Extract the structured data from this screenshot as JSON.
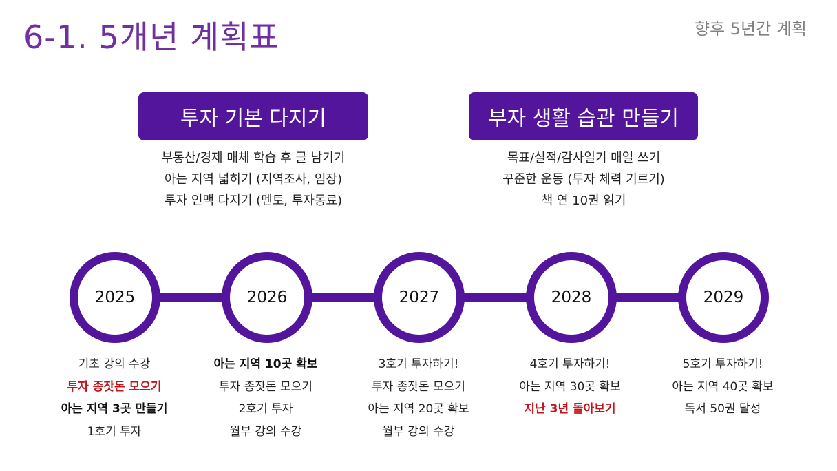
{
  "page": {
    "title": "6-1. 5개년 계획표",
    "subtitle": "향후 5년간 계획"
  },
  "sections": [
    {
      "header": "투자 기본 다지기",
      "items": [
        "부동산/경제 매체 학습 후 글 남기기",
        "아는 지역 넓히기 (지역조사, 임장)",
        "투자 인맥 다지기 (멘토, 투자동료)"
      ]
    },
    {
      "header": "부자 생활 습관 만들기",
      "items": [
        "목표/실적/감사일기 매일 쓰기",
        "꾸준한 운동 (투자 체력 기르기)",
        "책 연 10권 읽기"
      ]
    }
  ],
  "timeline": [
    {
      "year": "2025",
      "items": [
        {
          "text": "기초 강의 수강",
          "style": "normal"
        },
        {
          "text": "투자 종잣돈 모으기",
          "style": "red"
        },
        {
          "text": "아는 지역 3곳 만들기",
          "style": "bold"
        },
        {
          "text": "1호기 투자",
          "style": "normal"
        }
      ]
    },
    {
      "year": "2026",
      "items": [
        {
          "text": "아는 지역 10곳 확보",
          "style": "bold"
        },
        {
          "text": "투자 종잣돈 모으기",
          "style": "normal"
        },
        {
          "text": "2호기 투자",
          "style": "normal"
        },
        {
          "text": "월부 강의 수강",
          "style": "normal"
        }
      ]
    },
    {
      "year": "2027",
      "items": [
        {
          "text": "3호기 투자하기!",
          "style": "normal"
        },
        {
          "text": "투자 종잣돈 모으기",
          "style": "normal"
        },
        {
          "text": "아는 지역 20곳 확보",
          "style": "normal"
        },
        {
          "text": "월부 강의 수강",
          "style": "normal"
        }
      ]
    },
    {
      "year": "2028",
      "items": [
        {
          "text": "4호기 투자하기!",
          "style": "normal"
        },
        {
          "text": "아는 지역 30곳 확보",
          "style": "normal"
        },
        {
          "text": "지난 3년 돌아보기",
          "style": "red"
        }
      ]
    },
    {
      "year": "2029",
      "items": [
        {
          "text": "5호기 투자하기!",
          "style": "normal"
        },
        {
          "text": "아는 지역 40곳 확보",
          "style": "normal"
        },
        {
          "text": "독서 50권 달성",
          "style": "normal"
        }
      ]
    }
  ],
  "colors": {
    "title": "#7030a0",
    "accent": "#53159c",
    "highlight_red": "#c0161b",
    "subtitle": "#808080"
  }
}
